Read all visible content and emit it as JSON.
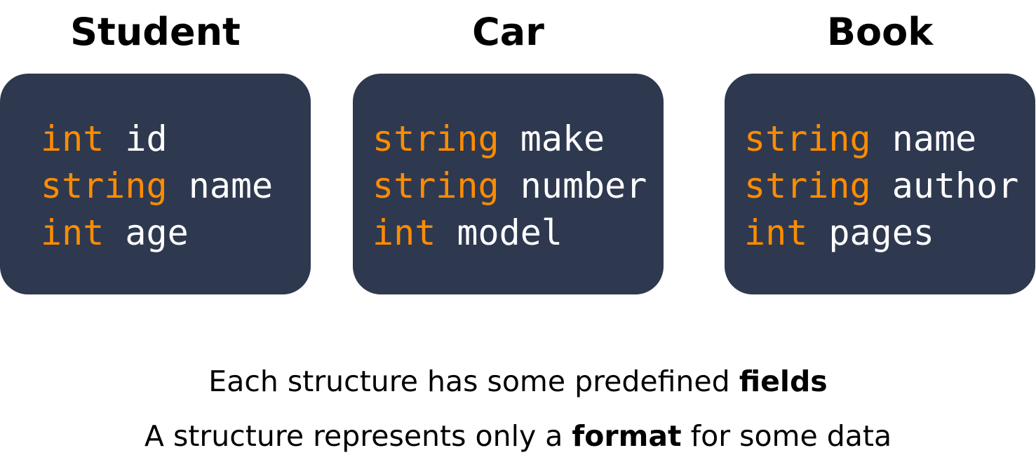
{
  "structures": [
    {
      "title": "Student",
      "fields": [
        {
          "type": "int",
          "name": "id"
        },
        {
          "type": "string",
          "name": "name"
        },
        {
          "type": "int",
          "name": "age"
        }
      ]
    },
    {
      "title": "Car",
      "fields": [
        {
          "type": "string",
          "name": "make"
        },
        {
          "type": "string",
          "name": "number"
        },
        {
          "type": "int",
          "name": "model"
        }
      ]
    },
    {
      "title": "Book",
      "fields": [
        {
          "type": "string",
          "name": "name"
        },
        {
          "type": "string",
          "name": "author"
        },
        {
          "type": "int",
          "name": "pages"
        }
      ]
    }
  ],
  "captions": [
    {
      "text": "Each structure has some predefined ",
      "bold": "fields",
      "after": ""
    },
    {
      "text": "A structure represents only a ",
      "bold": "format",
      "after": " for some data"
    }
  ],
  "colors": {
    "box": "#2e3950",
    "type": "#ff8c00",
    "name": "#ffffff"
  }
}
